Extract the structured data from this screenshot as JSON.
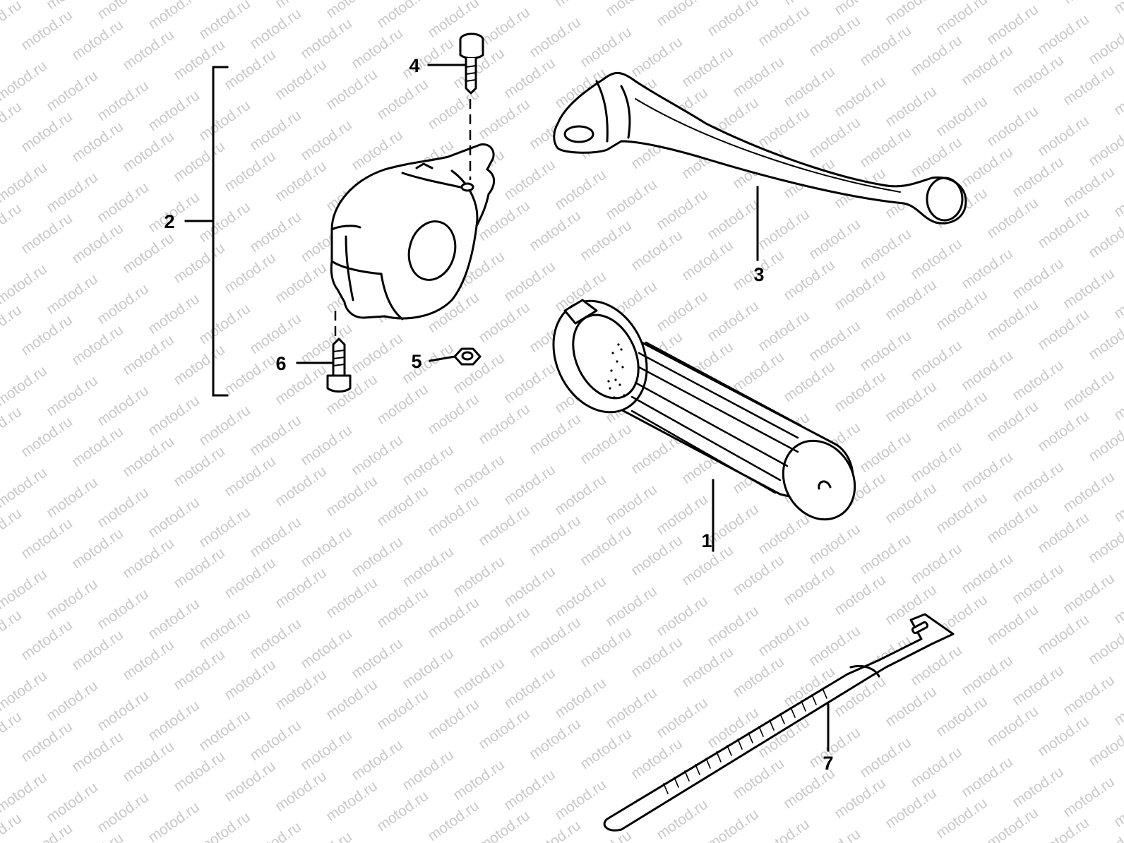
{
  "watermark": {
    "text": "motod.ru",
    "color": "#c9c9c9"
  },
  "colors": {
    "line": "#000000",
    "background": "#ffffff"
  },
  "parts": [
    {
      "callout": "1",
      "icon": "handlebar-grip-icon"
    },
    {
      "callout": "2",
      "icon": "switch-housing-assembly-icon"
    },
    {
      "callout": "3",
      "icon": "clutch-lever-icon"
    },
    {
      "callout": "4",
      "icon": "screw-icon"
    },
    {
      "callout": "5",
      "icon": "nut-icon"
    },
    {
      "callout": "6",
      "icon": "screw-icon"
    },
    {
      "callout": "7",
      "icon": "cable-tie-icon"
    }
  ]
}
